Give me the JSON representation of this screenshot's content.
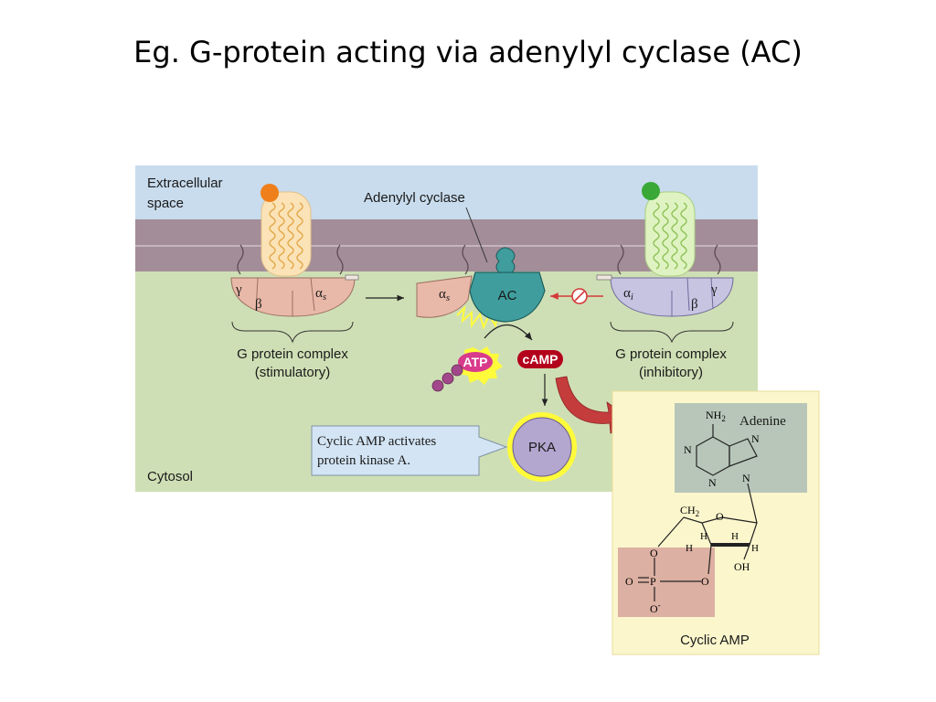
{
  "slide": {
    "title": "Eg.  G-protein acting via adenylyl cyclase (AC)"
  },
  "diagram": {
    "extracellular": [
      "Extracellular",
      "space"
    ],
    "cytosol": "Cytosol",
    "adenylyl_cyclase": "Adenylyl cyclase",
    "ac": "AC",
    "stim": {
      "gamma": "γ",
      "beta": "β",
      "alpha": "α",
      "alpha_sub": "s",
      "caption": [
        "G protein complex",
        "(stimulatory)"
      ]
    },
    "moved_alpha": {
      "alpha": "α",
      "alpha_sub": "s"
    },
    "inhib": {
      "gamma": "γ",
      "beta": "β",
      "alpha": "α",
      "alpha_sub": "i",
      "caption": [
        "G protein complex",
        "(inhibitory)"
      ]
    },
    "atp": "ATP",
    "camp": "cAMP",
    "pka": "PKA",
    "callout": [
      "Cyclic AMP activates",
      "protein kinase A."
    ]
  },
  "structure": {
    "nh2": "NH",
    "nh2_sub": "2",
    "adenine": "Adenine",
    "n": "N",
    "ch2": "CH",
    "ch2_sub": "2",
    "o": "O",
    "h": "H",
    "oh": "OH",
    "p": "P",
    "o_dbl": "O",
    "o_minus": "O",
    "minus": "-",
    "caption": "Cyclic AMP"
  },
  "colors": {
    "extracellular": "#c8dced",
    "membrane": "#a38d98",
    "cytosol": "#cfdfb5",
    "stim_receptor": "#fbe3b7",
    "stim_ligand": "#ef7f1a",
    "inhib_receptor": "#dff3c2",
    "inhib_ligand": "#3aa837",
    "g_stim": "#e8b8a8",
    "g_inhib": "#c7c4e2",
    "ac": "#3f9d9d",
    "atp": "#d93b8c",
    "camp": "#b3001b",
    "pka": "#b3a6cf",
    "glow": "#fffb3a",
    "callout": "#d3e4f4",
    "structure_panel": "#fbf6cc",
    "adenine_box": "#b7c6b8",
    "phosphate_box": "#dcb0a2",
    "arrow_red": "#c43c3c"
  }
}
